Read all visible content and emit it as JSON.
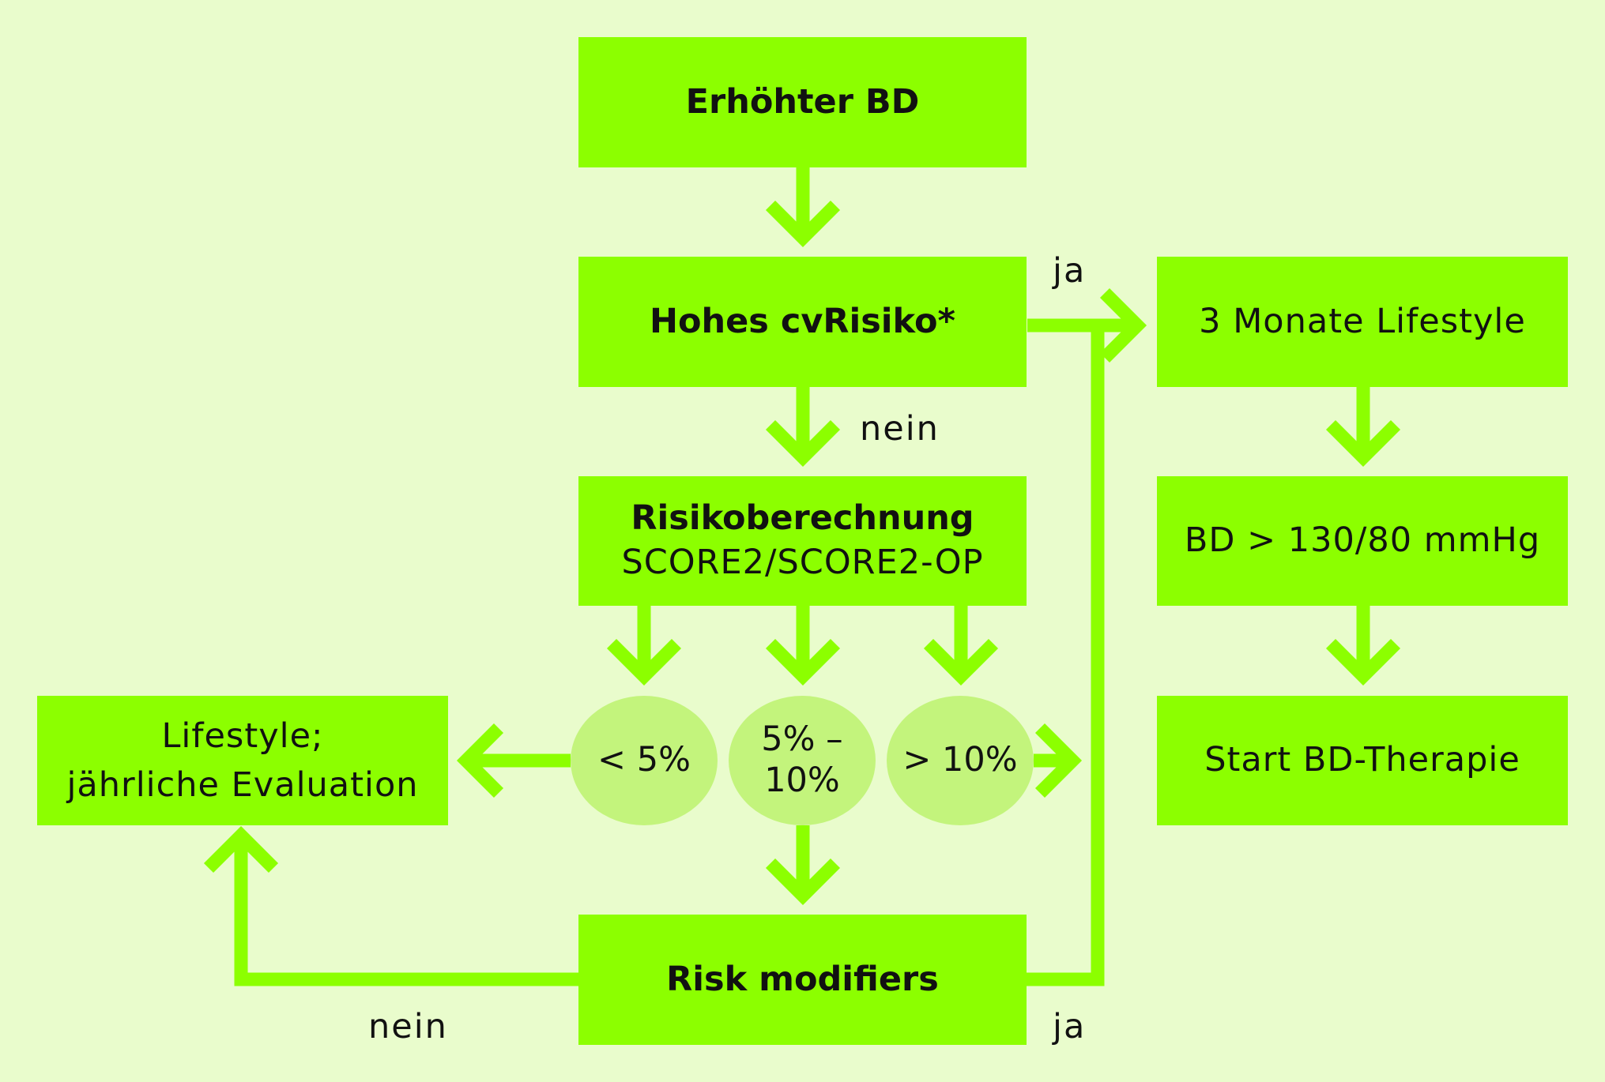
{
  "colors": {
    "background": "#e9fccc",
    "box": "#8cff00",
    "circle": "#c3f47c",
    "arrow": "#8cff00"
  },
  "nodes": {
    "start": "Erhöhter BD",
    "high_risk": "Hohes cvRisiko*",
    "risk_calc_title": "Risikoberechnung",
    "risk_calc_subtitle": "SCORE2/SCORE2-OP",
    "lifestyle_3m": "3 Monate Lifestyle",
    "bp_threshold": "BD > 130/80 mmHg",
    "start_therapy": "Start BD-Therapie",
    "lifestyle_eval_line1": "Lifestyle;",
    "lifestyle_eval_line2": "jährliche Evaluation",
    "risk_modifiers": "Risk modifiers"
  },
  "risk_levels": {
    "low": "< 5%",
    "mid_line1": "5% –",
    "mid_line2": "10%",
    "high": "> 10%"
  },
  "edge_labels": {
    "ja_top": "ja",
    "nein_middle": "nein",
    "nein_bottom": "nein",
    "ja_bottom": "ja"
  }
}
